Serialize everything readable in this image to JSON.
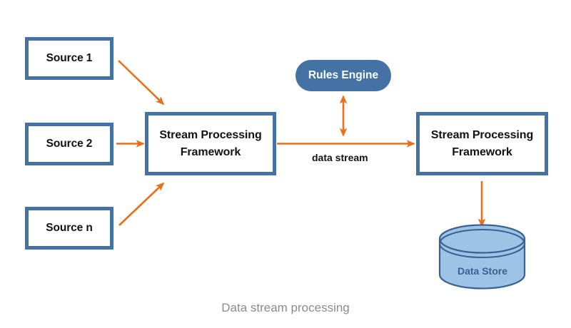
{
  "diagram": {
    "caption": "Data stream processing",
    "colors": {
      "box_border": "#4472A4",
      "box_fill": "#FFFFFF",
      "pill_fill": "#4472A4",
      "pill_text": "#FFFFFF",
      "arrow": "#E8701A",
      "cylinder_fill": "#9DC3E6",
      "cylinder_stroke": "#3A6191",
      "cylinder_text": "#3A6191",
      "caption_text": "#8C8C8C",
      "label_text": "#121212"
    },
    "nodes": {
      "source_1": {
        "label": "Source 1",
        "shape": "rectangle"
      },
      "source_2": {
        "label": "Source 2",
        "shape": "rectangle"
      },
      "source_n": {
        "label": "Source n",
        "shape": "rectangle"
      },
      "stream_processing_left": {
        "shape": "rectangle",
        "line1": "Stream Processing",
        "line2": "Framework"
      },
      "stream_processing_right": {
        "shape": "rectangle",
        "line1": "Stream Processing",
        "line2": "Framework"
      },
      "rules_engine": {
        "label": "Rules Engine",
        "shape": "rounded-pill"
      },
      "data_store": {
        "label": "Data Store",
        "shape": "cylinder"
      }
    },
    "edges": {
      "source1_to_spf_left": {
        "label": "",
        "style": "single-arrow-diagonal"
      },
      "source2_to_spf_left": {
        "label": "",
        "style": "single-arrow-horizontal"
      },
      "sourcen_to_spf_left": {
        "label": "",
        "style": "single-arrow-diagonal"
      },
      "spf_left_to_spf_right": {
        "label": "data stream",
        "style": "single-arrow-horizontal"
      },
      "spf_to_rules_engine": {
        "label": "",
        "style": "double-arrow-vertical"
      },
      "spf_right_to_data_store": {
        "label": "",
        "style": "single-arrow-vertical"
      }
    }
  }
}
